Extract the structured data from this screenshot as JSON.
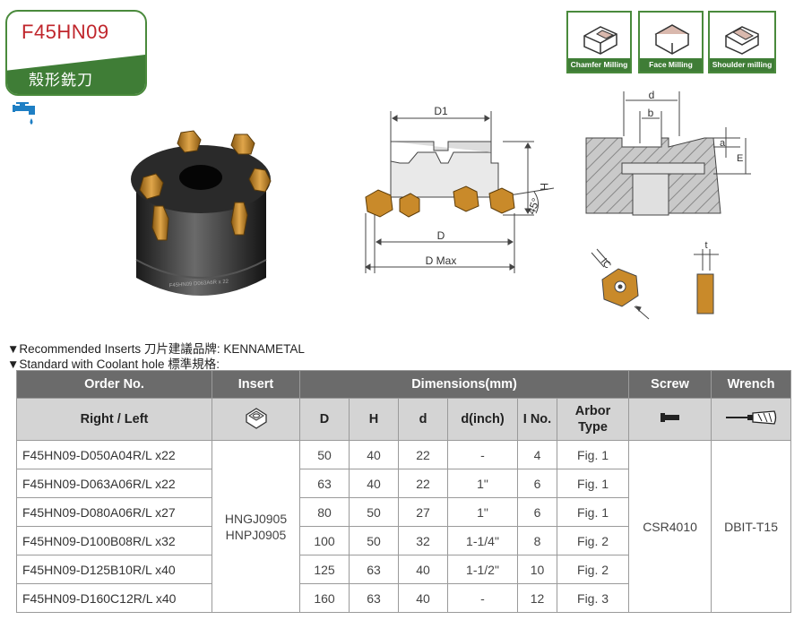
{
  "badge": {
    "code": "F45HN09",
    "name_cn": "殼形銑刀"
  },
  "milling_types": [
    "Chamfer Milling",
    "Face Milling",
    "Shoulder milling"
  ],
  "diagram_labels": {
    "D1": "D1",
    "H": "H",
    "D": "D",
    "DMax": "D Max",
    "angle": "45°",
    "d": "d",
    "b": "b",
    "a": "a",
    "E": "E",
    "IC": "IC",
    "t": "t",
    "tool_marking": "F45HN09 D063A6R x 22"
  },
  "notes": {
    "recommended": "▼Recommended Inserts 刀片建議品牌: KENNAMETAL",
    "standard": "▼Standard with Coolant hole 標準規格:"
  },
  "table": {
    "headers": {
      "order_no": "Order No.",
      "insert": "Insert",
      "dimensions": "Dimensions(mm)",
      "screw": "Screw",
      "wrench": "Wrench"
    },
    "subheaders": {
      "right_left": "Right / Left",
      "D": "D",
      "H": "H",
      "d": "d",
      "d_inch": "d(inch)",
      "i_no": "I No.",
      "arbor_1": "Arbor",
      "arbor_2": "Type"
    },
    "insert_1": "HNGJ0905",
    "insert_2": "HNPJ0905",
    "screw": "CSR4010",
    "wrench": "DBIT-T15",
    "rows": [
      {
        "order": "F45HN09-D050A04R/L x22",
        "D": "50",
        "H": "40",
        "d": "22",
        "d_inch": "-",
        "i_no": "4",
        "arbor": "Fig. 1"
      },
      {
        "order": "F45HN09-D063A06R/L x22",
        "D": "63",
        "H": "40",
        "d": "22",
        "d_inch": "1\"",
        "i_no": "6",
        "arbor": "Fig. 1"
      },
      {
        "order": "F45HN09-D080A06R/L x27",
        "D": "80",
        "H": "50",
        "d": "27",
        "d_inch": "1\"",
        "i_no": "6",
        "arbor": "Fig. 1"
      },
      {
        "order": "F45HN09-D100B08R/L x32",
        "D": "100",
        "H": "50",
        "d": "32",
        "d_inch": "1-1/4\"",
        "i_no": "8",
        "arbor": "Fig. 2"
      },
      {
        "order": "F45HN09-D125B10R/L x40",
        "D": "125",
        "H": "63",
        "d": "40",
        "d_inch": "1-1/2\"",
        "i_no": "10",
        "arbor": "Fig. 2"
      },
      {
        "order": "F45HN09-D160C12R/L x40",
        "D": "160",
        "H": "63",
        "d": "40",
        "d_inch": "-",
        "i_no": "12",
        "arbor": "Fig. 3"
      }
    ]
  },
  "colors": {
    "brand_green": "#3f7d36",
    "code_red": "#c0262c",
    "header_dark": "#6b6b6b",
    "header_light": "#d4d4d4",
    "insert_gold": "#c98a2a"
  }
}
